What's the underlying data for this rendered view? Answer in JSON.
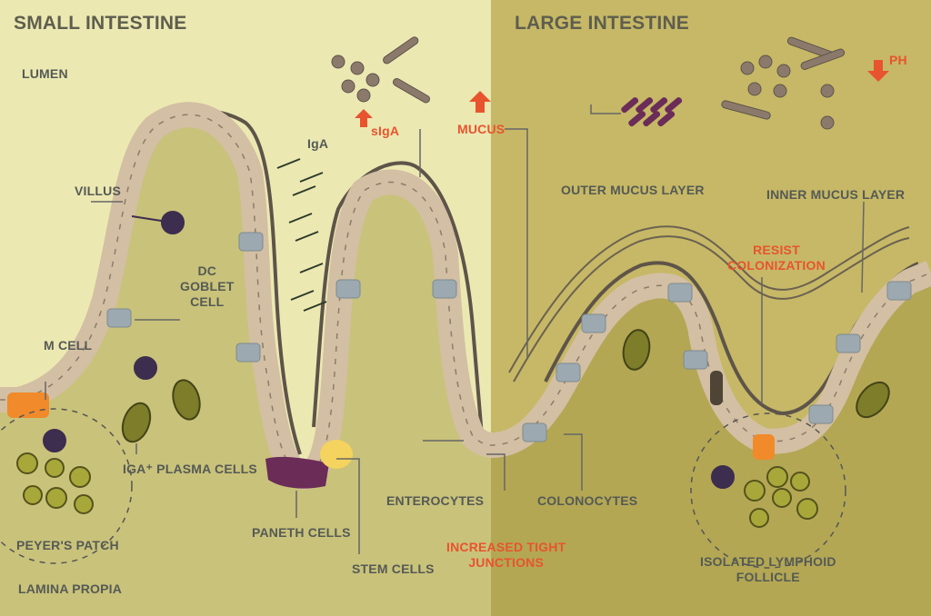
{
  "title_left": "SMALL INTESTINE",
  "title_right": "LARGE INTESTINE",
  "labels": {
    "lumen": "LUMEN",
    "lamina_propia": "LAMINA PROPIA",
    "villus": "VILLUS",
    "dc_goblet": "DC\nGOBLET\nCELL",
    "m_cell": "M CELL",
    "iga_plasma": "IgA⁺ PLASMA CELLS",
    "peyers_patch": "PEYER'S PATCH",
    "paneth": "PANETH CELLS",
    "stem": "STEM CELLS",
    "iga": "IgA",
    "siga": "sIgA",
    "mucus": "MUCUS",
    "ph": "PH",
    "outer_mucus": "OUTER MUCUS LAYER",
    "inner_mucus": "INNER MUCUS LAYER",
    "resist": "RESIST\nCOLONIZATION",
    "enterocytes": "ENTEROCYTES",
    "colonocytes": "COLONOCYTES",
    "tight_junctions": "INCREASED TIGHT\nJUNCTIONS",
    "lymphoid_follicle": "ISOLATED LYMPHOID\nFOLLICLE"
  },
  "colors": {
    "small_bg": "#ece8b2",
    "small_tissue": "#c9c27a",
    "large_bg": "#c6b866",
    "large_tissue": "#b3a754",
    "epithelium": "#d3bfa3",
    "goblet": "#9ca9b0",
    "m_cell": "#f08a2a",
    "paneth": "#6b2c58",
    "stem": "#f4d35e",
    "mucus_line": "#5e5449",
    "accent_red": "#e8542e",
    "label_text": "#555a55"
  }
}
